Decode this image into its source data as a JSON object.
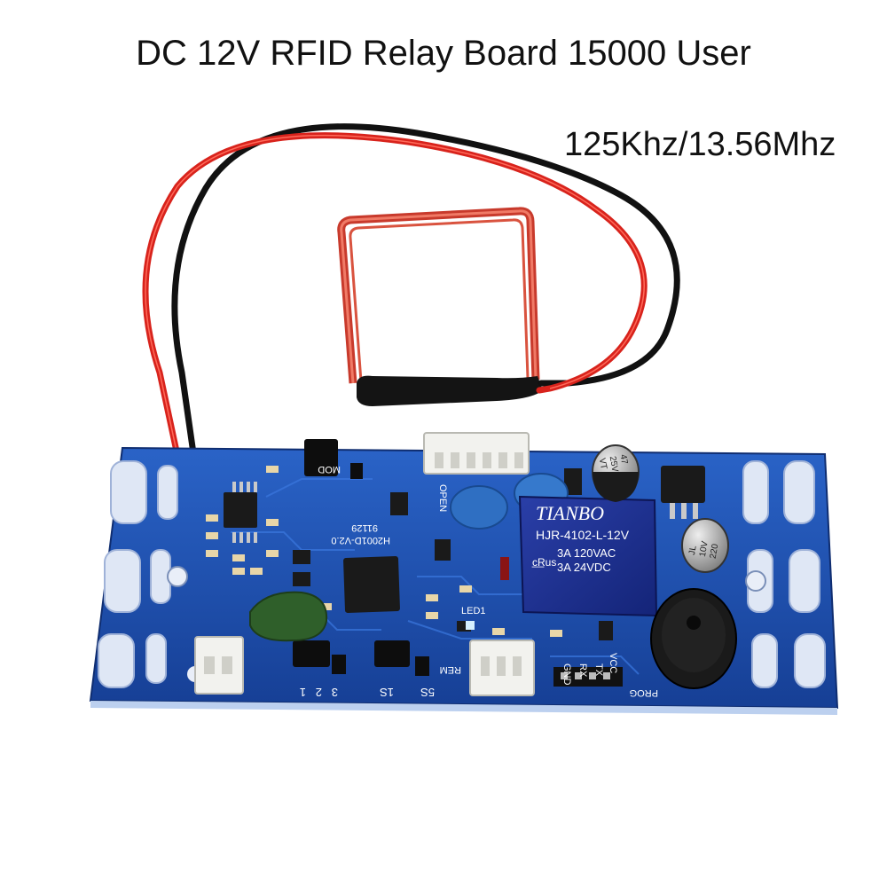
{
  "heading": {
    "title": "DC 12V RFID Relay Board 15000 User",
    "subtitle": "125Khz/13.56Mhz"
  },
  "board": {
    "relay_brand": "TIANBO",
    "relay_model": "HJR-4102-L-12V",
    "relay_ratings": [
      "3A 120VAC",
      "3A 24VDC"
    ],
    "relay_cert_mark": "c̲R̲us",
    "board_version": "H2001D-V2.0",
    "board_code": "91129",
    "capacitor_large": [
      "47",
      "25V",
      "VT"
    ],
    "capacitor_small": [
      "220",
      "10V",
      "JL"
    ],
    "silk_labels": [
      "OPEN",
      "MOD",
      "REM",
      "PROG",
      "GND",
      "RX",
      "TX",
      "VCC",
      "LED1",
      "1",
      "2",
      "3",
      "1S",
      "5S"
    ],
    "colors": {
      "pcb": "#1f56b8",
      "wire_red": "#d8231c",
      "wire_black": "#111111",
      "coil": "#d94a3a",
      "relay": "#1d2f8f"
    }
  }
}
